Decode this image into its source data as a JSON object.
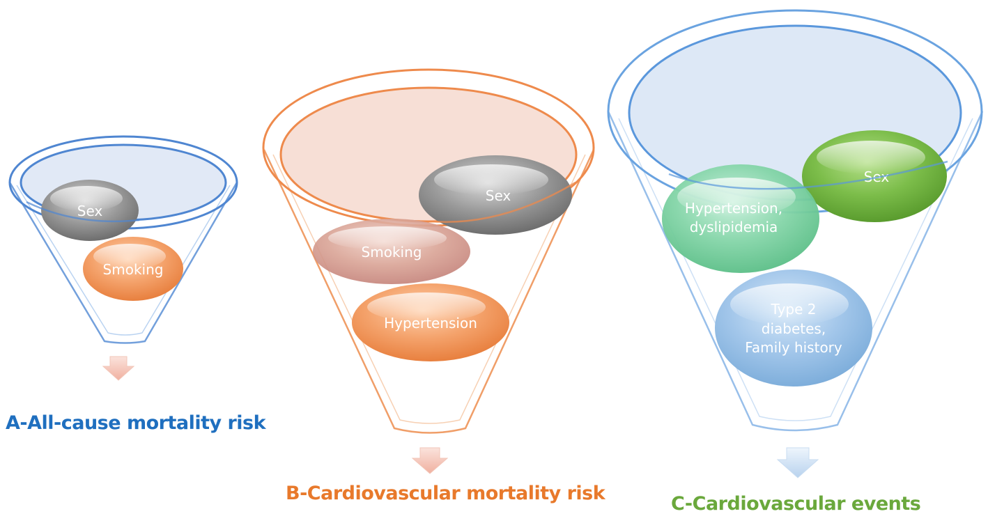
{
  "colors": {
    "blue": "#1f6fbf",
    "orange": "#e8792b",
    "green": "#6aa83c"
  },
  "funnels": [
    {
      "caption": "A-All-cause mortality risk",
      "color": "#1f6fbf",
      "factors": [
        "Sex",
        "Smoking"
      ]
    },
    {
      "caption": "B-Cardiovascular mortality risk",
      "color": "#e8792b",
      "factors": [
        "Sex",
        "Smoking",
        "Hypertension"
      ]
    },
    {
      "caption": "C-Cardiovascular events",
      "color": "#6aa83c",
      "factors": [
        "Sex",
        "Hypertension,",
        "dyslipidemia",
        "Type 2",
        "diabetes,",
        "Family history"
      ]
    }
  ],
  "icons": [
    "arrow-down-icon",
    "arrow-down-icon",
    "arrow-down-icon"
  ]
}
